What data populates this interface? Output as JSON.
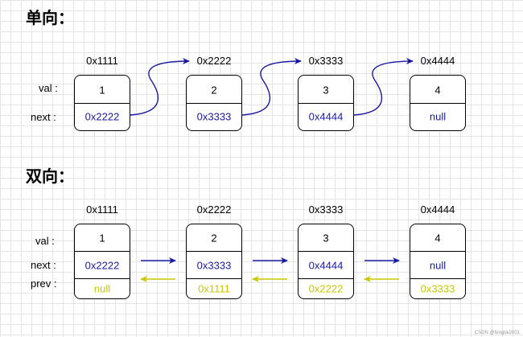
{
  "single": {
    "title": "单向：",
    "labels": {
      "val": "val :",
      "next": "next :"
    },
    "nodes": [
      {
        "address": "0x1111",
        "val": "1",
        "next": "0x2222"
      },
      {
        "address": "0x2222",
        "val": "2",
        "next": "0x3333"
      },
      {
        "address": "0x3333",
        "val": "3",
        "next": "0x4444"
      },
      {
        "address": "0x4444",
        "val": "4",
        "next": "null"
      }
    ]
  },
  "double": {
    "title": "双向：",
    "labels": {
      "val": "val :",
      "next": "next :",
      "prev": "prev :"
    },
    "nodes": [
      {
        "address": "0x1111",
        "val": "1",
        "next": "0x2222",
        "prev": "null"
      },
      {
        "address": "0x2222",
        "val": "2",
        "next": "0x3333",
        "prev": "0x1111"
      },
      {
        "address": "0x3333",
        "val": "3",
        "next": "0x4444",
        "prev": "0x2222"
      },
      {
        "address": "0x4444",
        "val": "4",
        "next": "null",
        "prev": "0x3333"
      }
    ]
  },
  "colors": {
    "next_pointer": "#1a1aa0",
    "prev_pointer": "#c8c800",
    "node_border": "#000000"
  },
  "watermark": "CSDN @fengtai2001"
}
